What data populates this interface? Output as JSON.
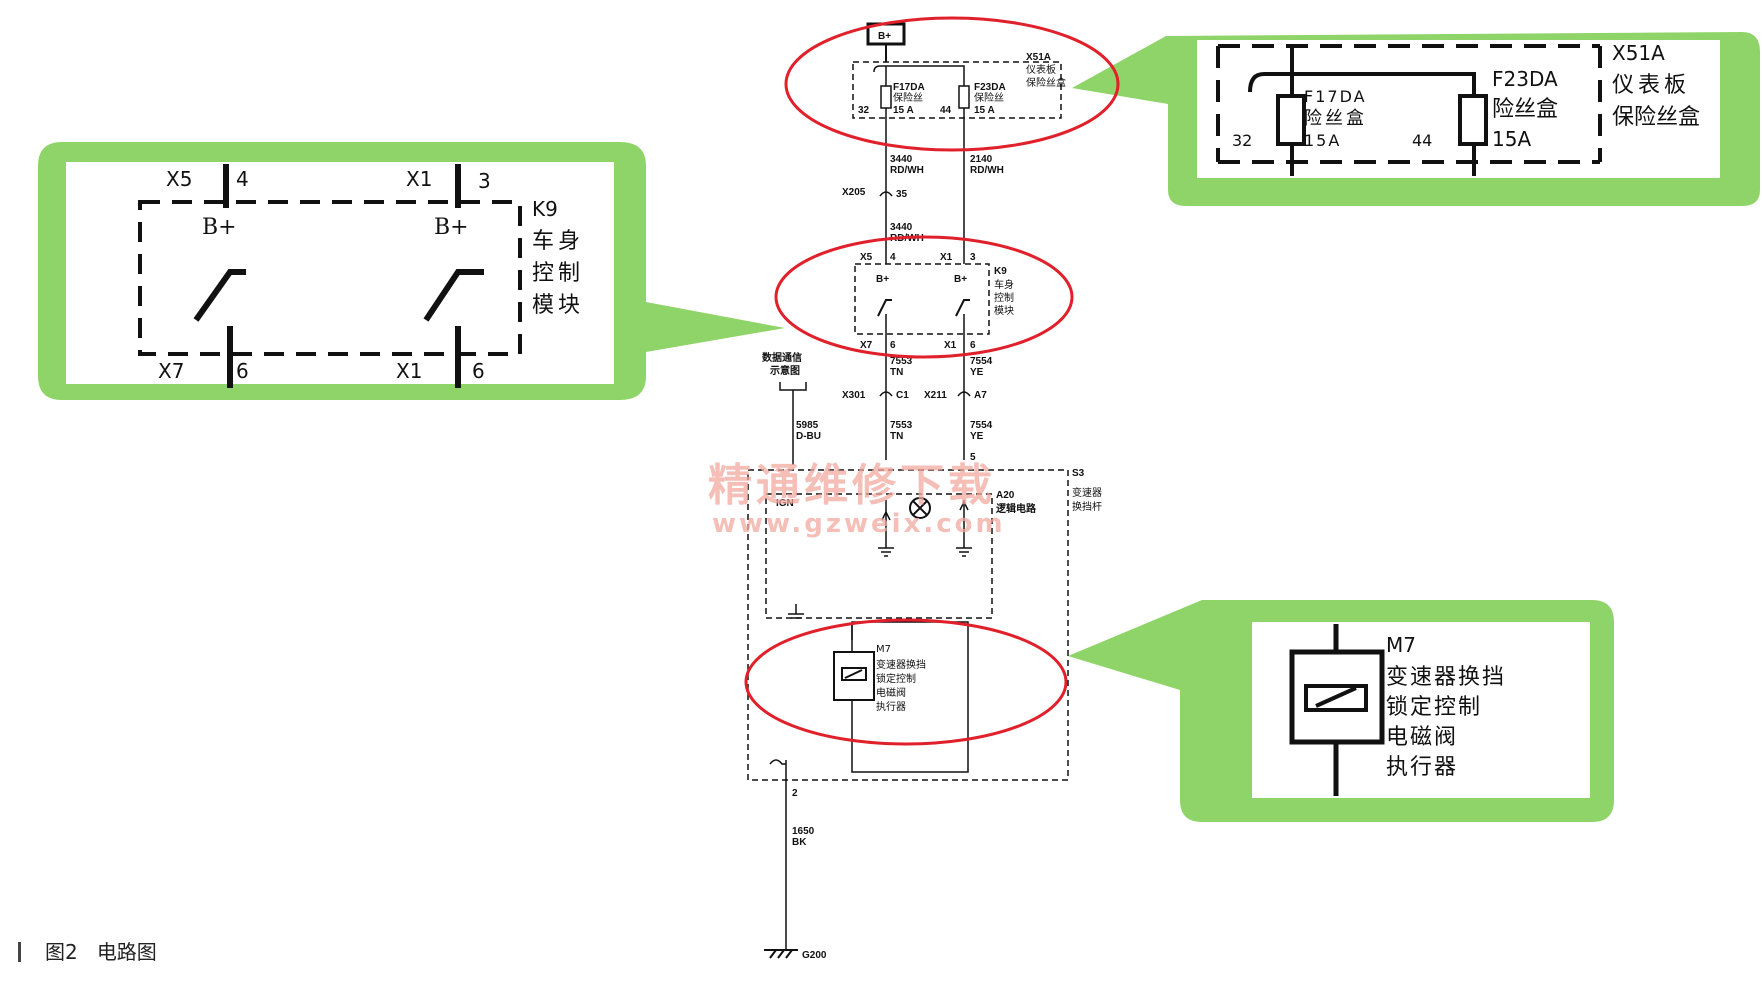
{
  "colors": {
    "callout_green": "#8fd468",
    "highlight_red": "#e0202a",
    "line": "#111111",
    "watermark": "#f2a9a0"
  },
  "caption": {
    "label": "图2",
    "title": "电路图"
  },
  "watermark": {
    "cn": "精通维修下载",
    "url": "www.gzweix.com"
  },
  "diagram": {
    "supply": "B+",
    "fuse_box": {
      "id": "X51A",
      "name_l1": "仪表板",
      "name_l2": "保险丝盒",
      "fuse1": {
        "id": "F17DA",
        "name": "保险丝",
        "rating": "15 A",
        "pin": "32"
      },
      "fuse2": {
        "id": "F23DA",
        "name": "保险丝",
        "rating": "15 A",
        "pin": "44"
      }
    },
    "wires": {
      "w3440": {
        "num": "3440",
        "color": "RD/WH"
      },
      "w2140": {
        "num": "2140",
        "color": "RD/WH"
      },
      "x205": {
        "name": "X205",
        "pin": "35"
      },
      "w3440b": {
        "num": "3440",
        "color": "RD/WH"
      },
      "w7553a": {
        "num": "7553",
        "color": "TN"
      },
      "w7554a": {
        "num": "7554",
        "color": "YE"
      },
      "x301": {
        "name": "X301",
        "pin": "C1"
      },
      "x211": {
        "name": "X211",
        "pin": "A7"
      },
      "w7553b": {
        "num": "7553",
        "color": "TN"
      },
      "w7554b": {
        "num": "7554",
        "color": "YE"
      },
      "w5985": {
        "num": "5985",
        "color": "D-BU"
      },
      "data_comm_l1": "数据通信",
      "data_comm_l2": "示意图",
      "pin5": "5",
      "pin2": "2",
      "w1650": {
        "num": "1650",
        "color": "BK"
      },
      "ground": "G200"
    },
    "k9": {
      "id": "K9",
      "name_l1": "车身",
      "name_l2": "控制",
      "name_l3": "模块",
      "x5": "X5",
      "p4": "4",
      "x1a": "X1",
      "p3": "3",
      "bplus": "B+",
      "x7": "X7",
      "p6a": "6",
      "x1b": "X1",
      "p6b": "6"
    },
    "s3": {
      "id": "S3",
      "name_l1": "变速器",
      "name_l2": "换挡杆",
      "a20": "A20",
      "logic": "逻辑电路",
      "ign": "IGN"
    },
    "m7": {
      "id": "M7",
      "name_l1": "变速器换挡",
      "name_l2": "锁定控制",
      "name_l3": "电磁阀",
      "name_l4": "执行器"
    }
  },
  "callouts": {
    "fuse": {
      "box_id": "X51A",
      "name_l1": "仪表板",
      "name_l2": "保险丝盒",
      "fuse1_id": "F17DA",
      "fuse1_name": "险丝盒",
      "fuse1_rating": "15A",
      "pin1": "32",
      "fuse2_id": "F23DA",
      "fuse2_name": "险丝盒",
      "fuse2_rating": "15A",
      "pin2": "44"
    },
    "k9": {
      "id": "K9",
      "name_l1": "车身",
      "name_l2": "控制",
      "name_l3": "模块",
      "x5": "X5",
      "p4": "4",
      "x1a": "X1",
      "p3": "3",
      "bplus_l": "B+",
      "bplus_r": "B+",
      "x7": "X7",
      "p6a": "6",
      "x1b": "X1",
      "p6b": "6"
    },
    "m7": {
      "id": "M7",
      "name_l1": "变速器换挡",
      "name_l2": "锁定控制",
      "name_l3": "电磁阀",
      "name_l4": "执行器"
    }
  }
}
